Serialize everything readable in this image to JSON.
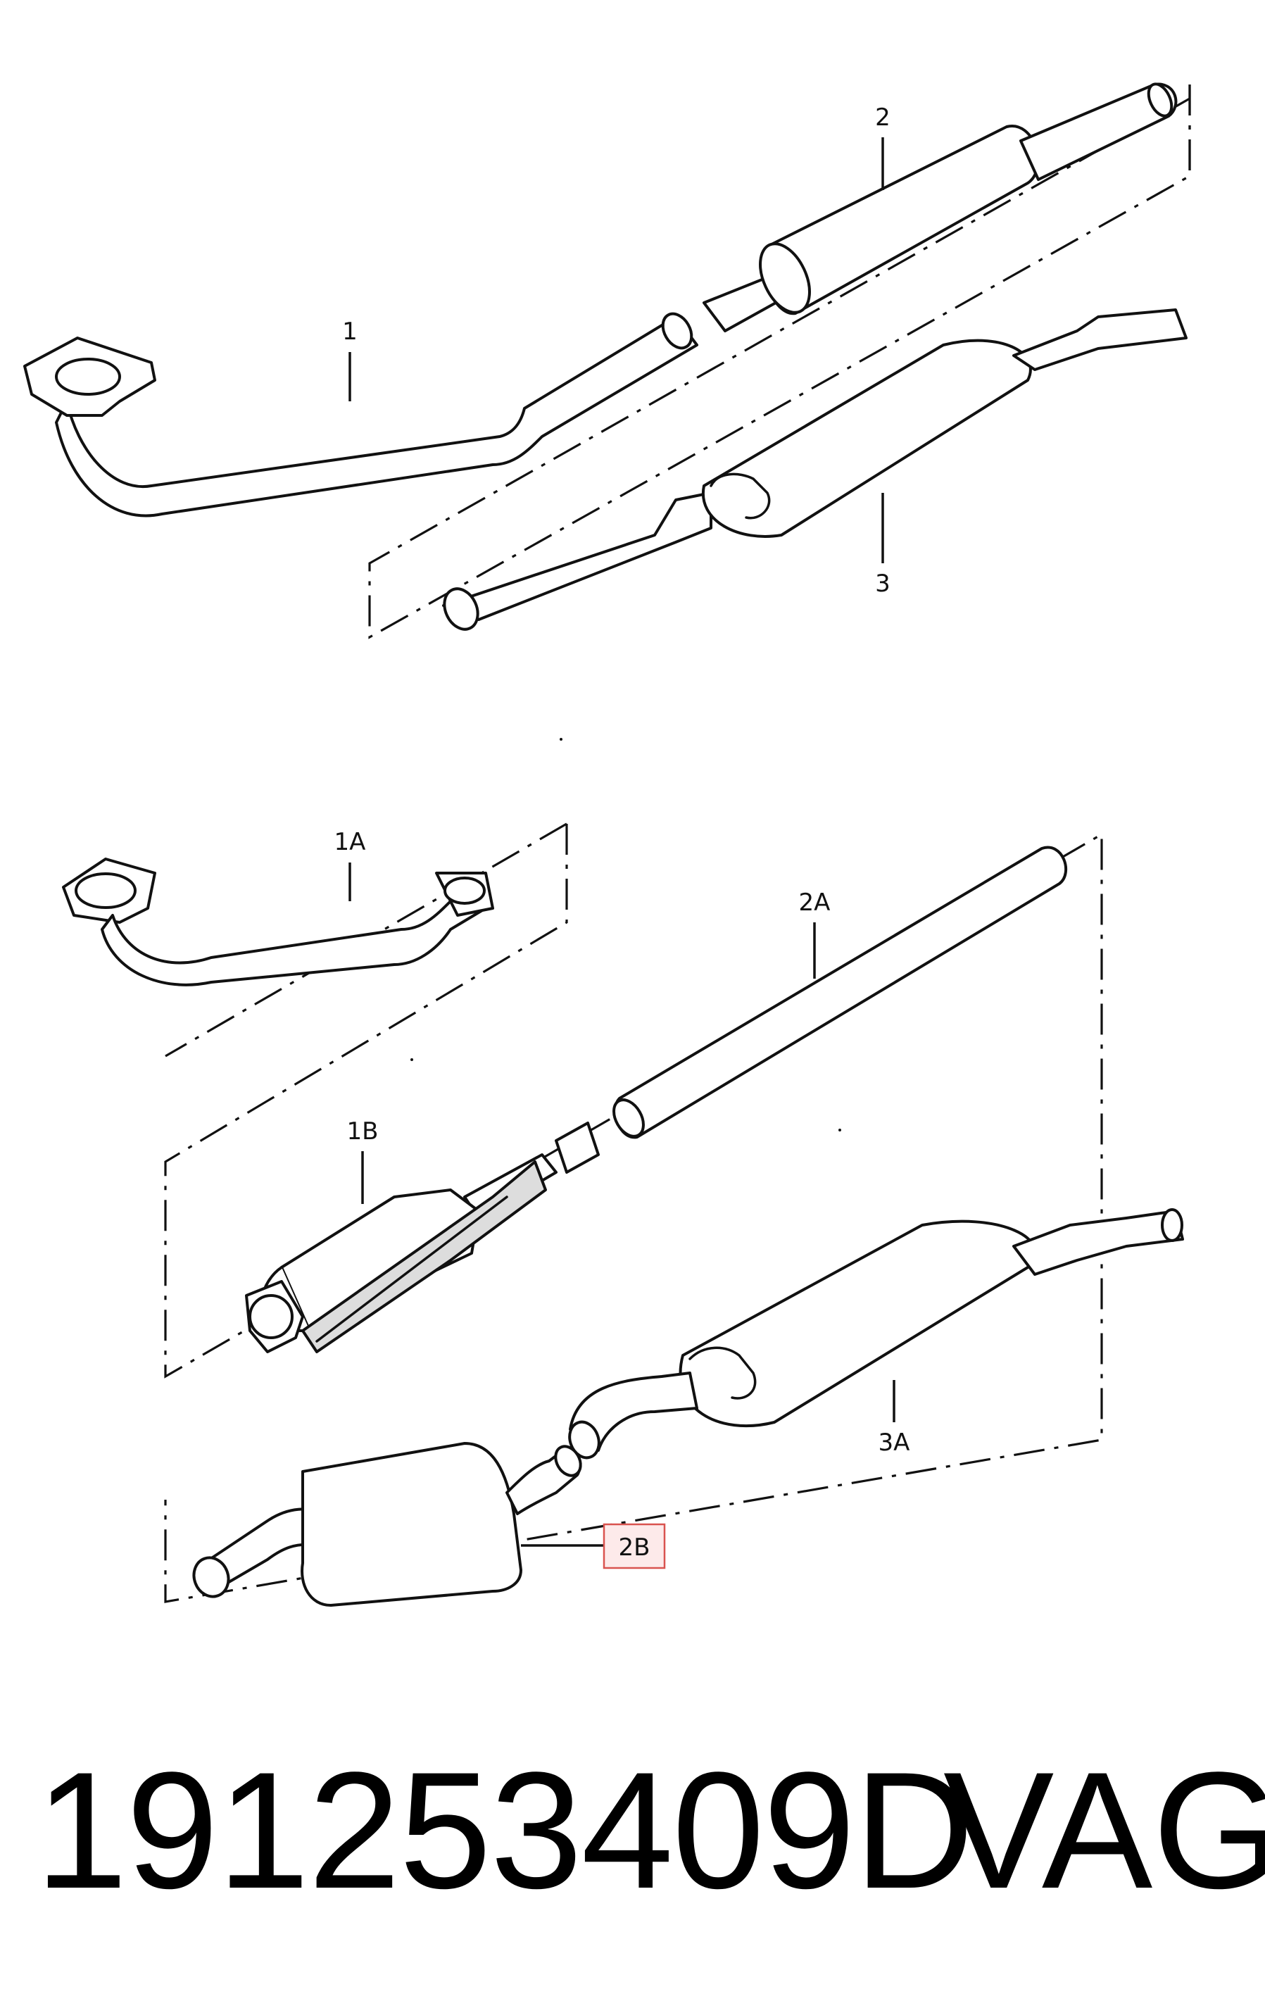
{
  "diagram": {
    "callouts": {
      "p1": "1",
      "p2": "2",
      "p3": "3",
      "p1a": "1A",
      "p2a": "2A",
      "p1b": "1B",
      "p3a": "3A",
      "p2b": "2B"
    },
    "highlight_color": "#d9534f"
  },
  "footer": {
    "part_number": "191253409D",
    "brand": "VAG"
  }
}
